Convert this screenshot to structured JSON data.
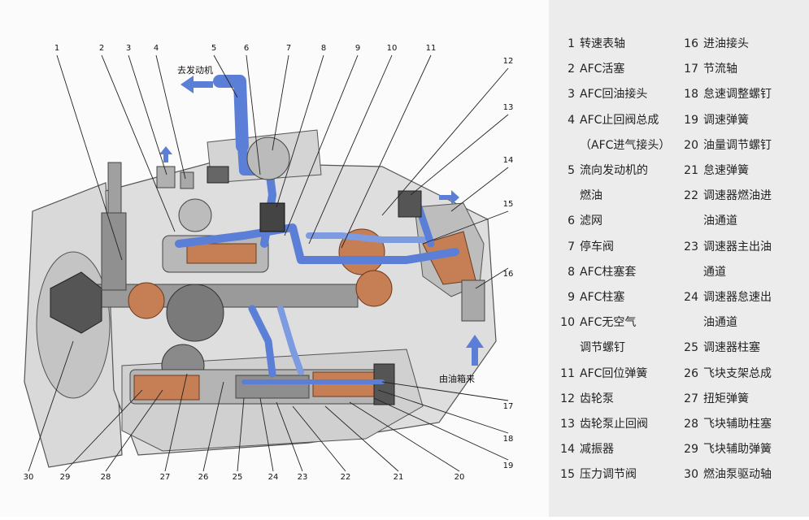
{
  "diagram": {
    "callouts": [
      "1",
      "2",
      "3",
      "4",
      "5",
      "6",
      "7",
      "8",
      "9",
      "10",
      "11",
      "12",
      "13",
      "14",
      "15",
      "16",
      "17",
      "18",
      "19",
      "20",
      "21",
      "22",
      "23",
      "24",
      "25",
      "26",
      "27",
      "28",
      "29",
      "30"
    ],
    "arrow_out_label": "去发动机",
    "arrow_in_label": "由油箱来",
    "colors": {
      "fuel": "#5b7fd6",
      "fuel_dark": "#2b4aa8",
      "housing": "#cfcfcf",
      "copper": "#c67f55",
      "steel": "#8c8c8c"
    }
  },
  "legend": {
    "left": [
      {
        "num": "1",
        "text": "转速表轴"
      },
      {
        "num": "2",
        "text": "AFC活塞"
      },
      {
        "num": "3",
        "text": "AFC回油接头"
      },
      {
        "num": "4",
        "text": "AFC止回阀总成"
      },
      {
        "num": "",
        "text": "（AFC进气接头）"
      },
      {
        "num": "5",
        "text": "流向发动机的"
      },
      {
        "num": "",
        "text": "燃油"
      },
      {
        "num": "6",
        "text": "滤网"
      },
      {
        "num": "7",
        "text": "停车阀"
      },
      {
        "num": "8",
        "text": "AFC柱塞套"
      },
      {
        "num": "9",
        "text": "AFC柱塞"
      },
      {
        "num": "10",
        "text": "AFC无空气"
      },
      {
        "num": "",
        "text": "调节螺钉"
      },
      {
        "num": "11",
        "text": "AFC回位弹簧"
      },
      {
        "num": "12",
        "text": "齿轮泵"
      },
      {
        "num": "13",
        "text": "齿轮泵止回阀"
      },
      {
        "num": "14",
        "text": "减振器"
      },
      {
        "num": "15",
        "text": "压力调节阀"
      }
    ],
    "right": [
      {
        "num": "16",
        "text": "进油接头"
      },
      {
        "num": "17",
        "text": "节流轴"
      },
      {
        "num": "18",
        "text": "怠速调整螺钉"
      },
      {
        "num": "19",
        "text": "调速弹簧"
      },
      {
        "num": "20",
        "text": "油量调节螺钉"
      },
      {
        "num": "21",
        "text": "怠速弹簧"
      },
      {
        "num": "22",
        "text": "调速器燃油进"
      },
      {
        "num": "",
        "text": "油通道"
      },
      {
        "num": "23",
        "text": "调速器主出油"
      },
      {
        "num": "",
        "text": "通道"
      },
      {
        "num": "24",
        "text": "调速器怠速出"
      },
      {
        "num": "",
        "text": "油通道"
      },
      {
        "num": "25",
        "text": "调速器柱塞"
      },
      {
        "num": "26",
        "text": "飞块支架总成"
      },
      {
        "num": "27",
        "text": "扭矩弹簧"
      },
      {
        "num": "28",
        "text": "飞块辅助柱塞"
      },
      {
        "num": "29",
        "text": "飞块辅助弹簧"
      },
      {
        "num": "30",
        "text": "燃油泵驱动轴"
      }
    ]
  }
}
